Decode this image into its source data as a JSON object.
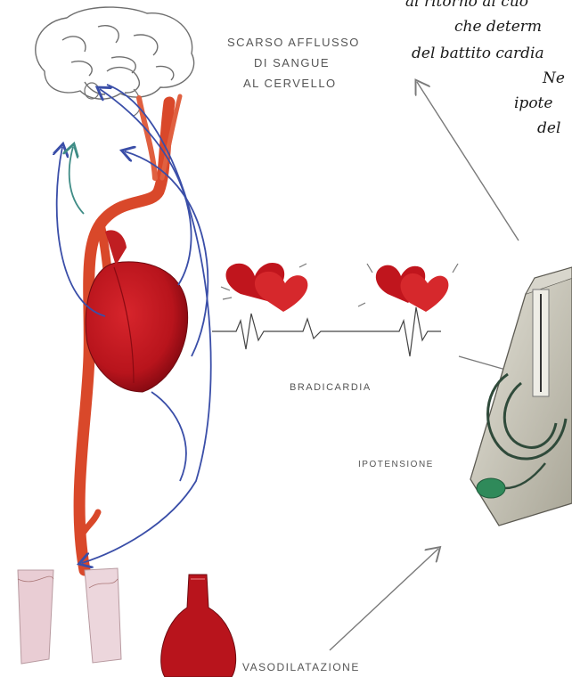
{
  "italic_text": [
    "al ritorno al cuo",
    "che determ",
    "del battito cardia",
    "Ne",
    "ipote",
    "del"
  ],
  "labels": {
    "brain": [
      "SCARSO AFFLUSSO",
      "DI SANGUE",
      "AL CERVELLO"
    ],
    "bradicardia": "BRADICARDIA",
    "ipotensione": "IPOTENSIONE",
    "vasodilatazione": "VASODILATAZIONE"
  },
  "colors": {
    "aorta": "#d9482a",
    "heart": "#b8141c",
    "heart_dark": "#8a0a12",
    "arrow_blue": "#3a4ea8",
    "arrow_teal": "#3f8c86",
    "gray_arrow": "#7a7a7a",
    "device": "#c9c6b8",
    "bulb": "#2f8a5a"
  }
}
